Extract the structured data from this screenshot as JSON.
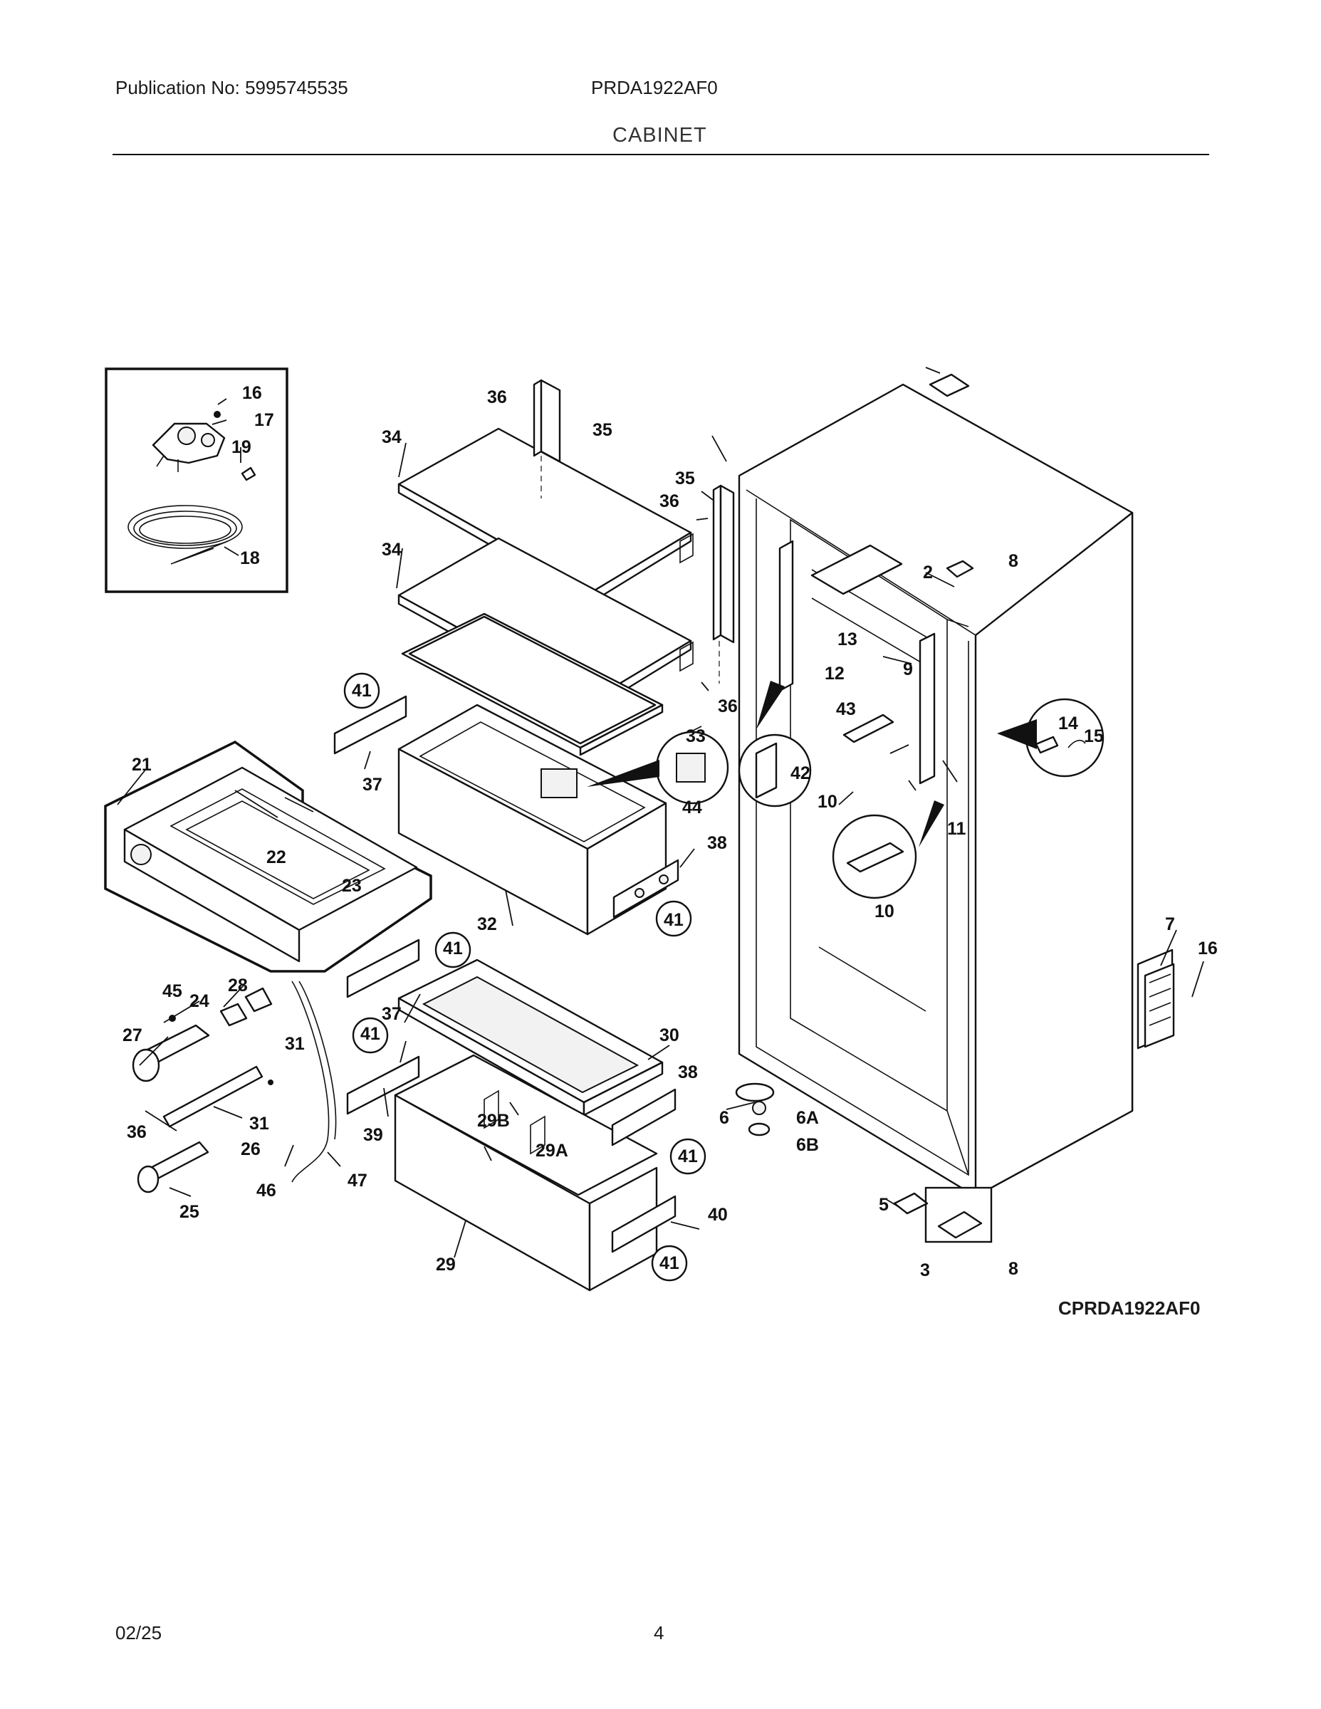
{
  "header": {
    "publication": "Publication No: 5995745535",
    "model": "PRDA1922AF0",
    "section": "CABINET"
  },
  "drawing_id": "CPRDA1922AF0",
  "footer": {
    "date": "02/25",
    "page": "4"
  },
  "callouts": {
    "c2": "2",
    "c3": "3",
    "c5": "5",
    "c6": "6",
    "c6a": "6A",
    "c6b": "6B",
    "c7": "7",
    "c8a": "8",
    "c8b": "8",
    "c9": "9",
    "c10a": "10",
    "c10b": "10",
    "c11": "11",
    "c12": "12",
    "c13": "13",
    "c14": "14",
    "c15": "15",
    "c16a": "16",
    "c16b": "16",
    "c17": "17",
    "c18": "18",
    "c19": "19",
    "c21": "21",
    "c22": "22",
    "c23": "23",
    "c24": "24",
    "c25": "25",
    "c26": "26",
    "c27": "27",
    "c28": "28",
    "c29": "29",
    "c29a": "29A",
    "c29b": "29B",
    "c30": "30",
    "c31a": "31",
    "c31b": "31",
    "c32": "32",
    "c33": "33",
    "c34a": "34",
    "c34b": "34",
    "c35a": "35",
    "c35b": "35",
    "c36a": "36",
    "c36b": "36",
    "c36c": "36",
    "c36d": "36",
    "c37a": "37",
    "c37b": "37",
    "c38a": "38",
    "c38b": "38",
    "c39": "39",
    "c40": "40",
    "c41a": "41",
    "c41b": "41",
    "c41c": "41",
    "c41d": "41",
    "c41e": "41",
    "c41f": "41",
    "c42": "42",
    "c43": "43",
    "c44": "44",
    "c45": "45",
    "c46": "46",
    "c47": "47"
  }
}
